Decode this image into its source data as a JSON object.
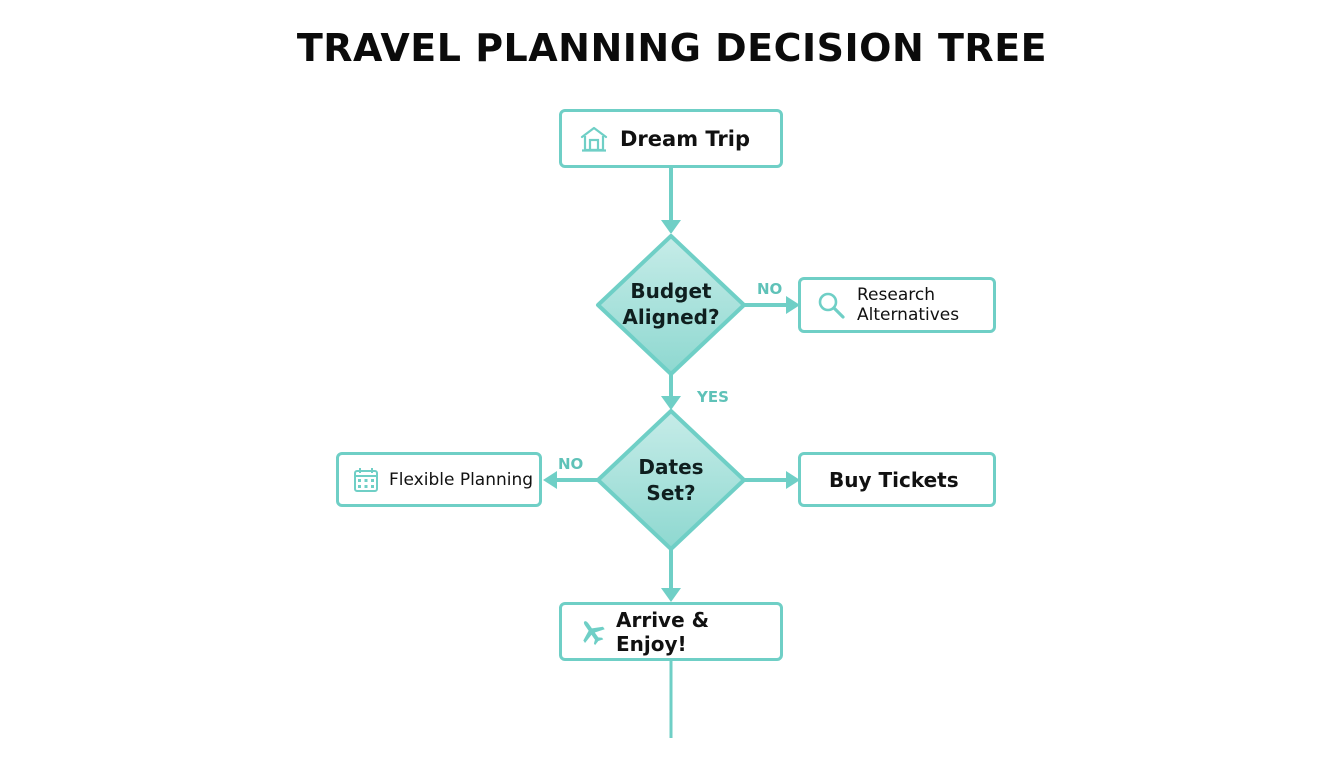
{
  "title": "TRAVEL PLANNING DECISION TREE",
  "colors": {
    "accent": "#6fcfc6",
    "diamond_fill_top": "#c6ece8",
    "diamond_fill_bottom": "#8ed8d0",
    "edge_label": "#5fc2b8",
    "text": "#111111"
  },
  "nodes": {
    "start": {
      "label": "Dream Trip",
      "icon": "house-icon"
    },
    "budget": {
      "line1": "Budget",
      "line2": "Aligned?"
    },
    "research": {
      "line1": "Research",
      "line2": "Alternatives",
      "icon": "magnifier-icon"
    },
    "dates": {
      "line1": "Dates",
      "line2": "Set?"
    },
    "flexible": {
      "label": "Flexible Planning",
      "icon": "calendar-icon"
    },
    "tickets": {
      "label": "Buy Tickets"
    },
    "arrive": {
      "label": "Arrive & Enjoy!",
      "icon": "airplane-icon"
    }
  },
  "edges": {
    "budget_no": "NO",
    "budget_yes": "YES",
    "dates_no": "NO"
  }
}
